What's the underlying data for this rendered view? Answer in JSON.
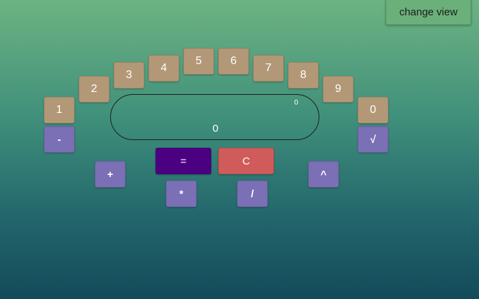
{
  "header": {
    "change_view_label": "change view"
  },
  "display": {
    "memory": "0",
    "value": "0"
  },
  "digits": {
    "d1": "1",
    "d2": "2",
    "d3": "3",
    "d4": "4",
    "d5": "5",
    "d6": "6",
    "d7": "7",
    "d8": "8",
    "d9": "9",
    "d0": "0"
  },
  "operators": {
    "minus": "-",
    "sqrt": "√",
    "plus": "+",
    "power": "^",
    "multiply": "*",
    "divide": "/",
    "equals": "=",
    "clear": "C"
  },
  "colors": {
    "digit_button": "#b29877",
    "operator_button": "#7b6fb5",
    "equals_button": "#4b0082",
    "clear_button": "#d05b5b",
    "change_view_button": "#6bb07a"
  }
}
